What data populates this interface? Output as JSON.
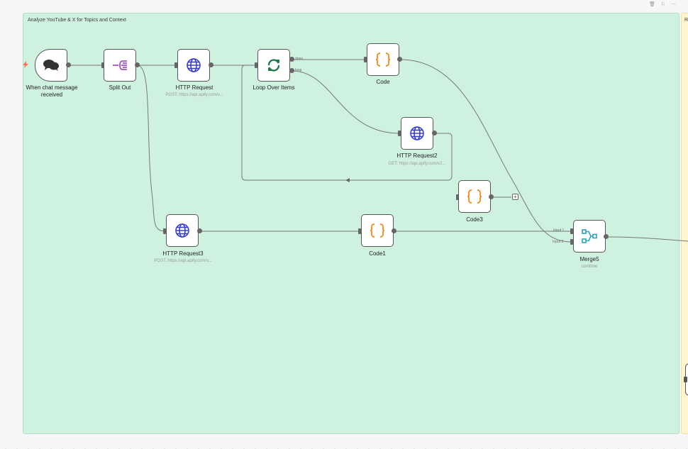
{
  "canvas": {
    "toolbar_icons": "🗑 ⚐ ⋯"
  },
  "sticky_notes": {
    "main_title": "Analyze YouTube & X for Topics and Context",
    "right_title": "R"
  },
  "nodes": {
    "chat_trigger": {
      "label": "When chat message received"
    },
    "split_out": {
      "label": "Split Out"
    },
    "http_request": {
      "label": "HTTP Request",
      "subtitle": "POST: https://api.apify.com/v..."
    },
    "loop_over_items": {
      "label": "Loop Over Items",
      "outputs": [
        "done",
        "loop"
      ]
    },
    "code": {
      "label": "Code"
    },
    "http_request2": {
      "label": "HTTP Request2",
      "subtitle": "GET: https://api.apify.com/v2..."
    },
    "code3": {
      "label": "Code3"
    },
    "http_request3": {
      "label": "HTTP Request3",
      "subtitle": "POST: https://api.apify.com/v..."
    },
    "code1": {
      "label": "Code1"
    },
    "merge5": {
      "label": "Merge5",
      "subtitle": "combine",
      "inputs": [
        "Input 1",
        "Input 2"
      ]
    }
  },
  "icons": {
    "chat_trigger": "chat-bubbles-icon",
    "split_out": "split-out-icon",
    "http": "globe-icon",
    "loop": "refresh-loop-icon",
    "code": "curly-braces-icon",
    "merge": "merge-icon"
  },
  "colors": {
    "http": "#3840c9",
    "code": "#f28c18",
    "loop": "#1f7a4c",
    "split": "#9b3fbf",
    "merge": "#2aa3b8",
    "trigger_bolt": "#ff6d5a"
  }
}
